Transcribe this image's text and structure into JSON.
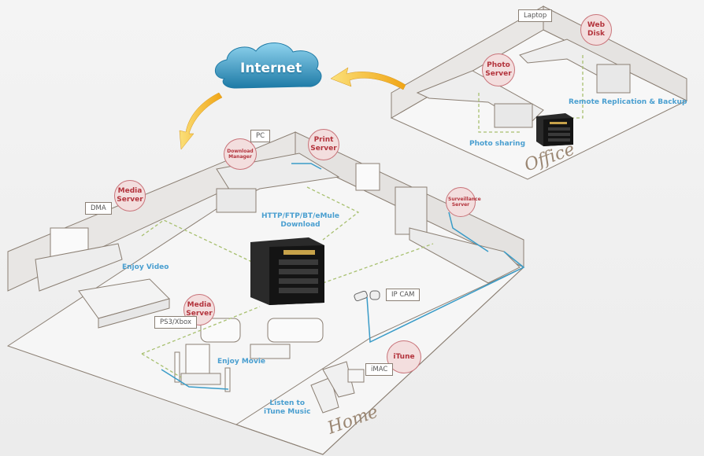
{
  "internet": {
    "label": "Internet"
  },
  "office": {
    "zone_label": "Office",
    "devices": {
      "laptop": "Laptop"
    },
    "services": {
      "web_disk": "Web Disk",
      "photo_server": "Photo Server"
    },
    "flows": {
      "remote_replication": "Remote Replication & Backup",
      "photo_sharing": "Photo sharing"
    }
  },
  "home": {
    "zone_label": "Home",
    "devices": {
      "pc": "PC",
      "dma": "DMA",
      "ps3_xbox": "PS3/Xbox",
      "ip_cam": "IP CAM",
      "imac": "iMAC"
    },
    "services": {
      "download_manager": "Download Manager",
      "print_server": "Print Server",
      "media_server_dma": "Media Server",
      "media_server_console": "Media Server",
      "surveillance_server": "Surveillance Server",
      "itune": "iTune"
    },
    "flows": {
      "download_line1": "HTTP/FTP/BT/eMule",
      "download_line2": "Download",
      "enjoy_video": "Enjoy Video",
      "enjoy_movie": "Enjoy Movie",
      "listen_line1": "Listen to",
      "listen_line2": "iTune Music"
    }
  },
  "colors": {
    "service_circle": "#c9747a",
    "flow_text": "#4a9fd0",
    "wired_link": "#3a9cc8",
    "dashed_link": "#a8c070",
    "arrow": "#f2b41c",
    "cloud": "#3b9cc4"
  }
}
